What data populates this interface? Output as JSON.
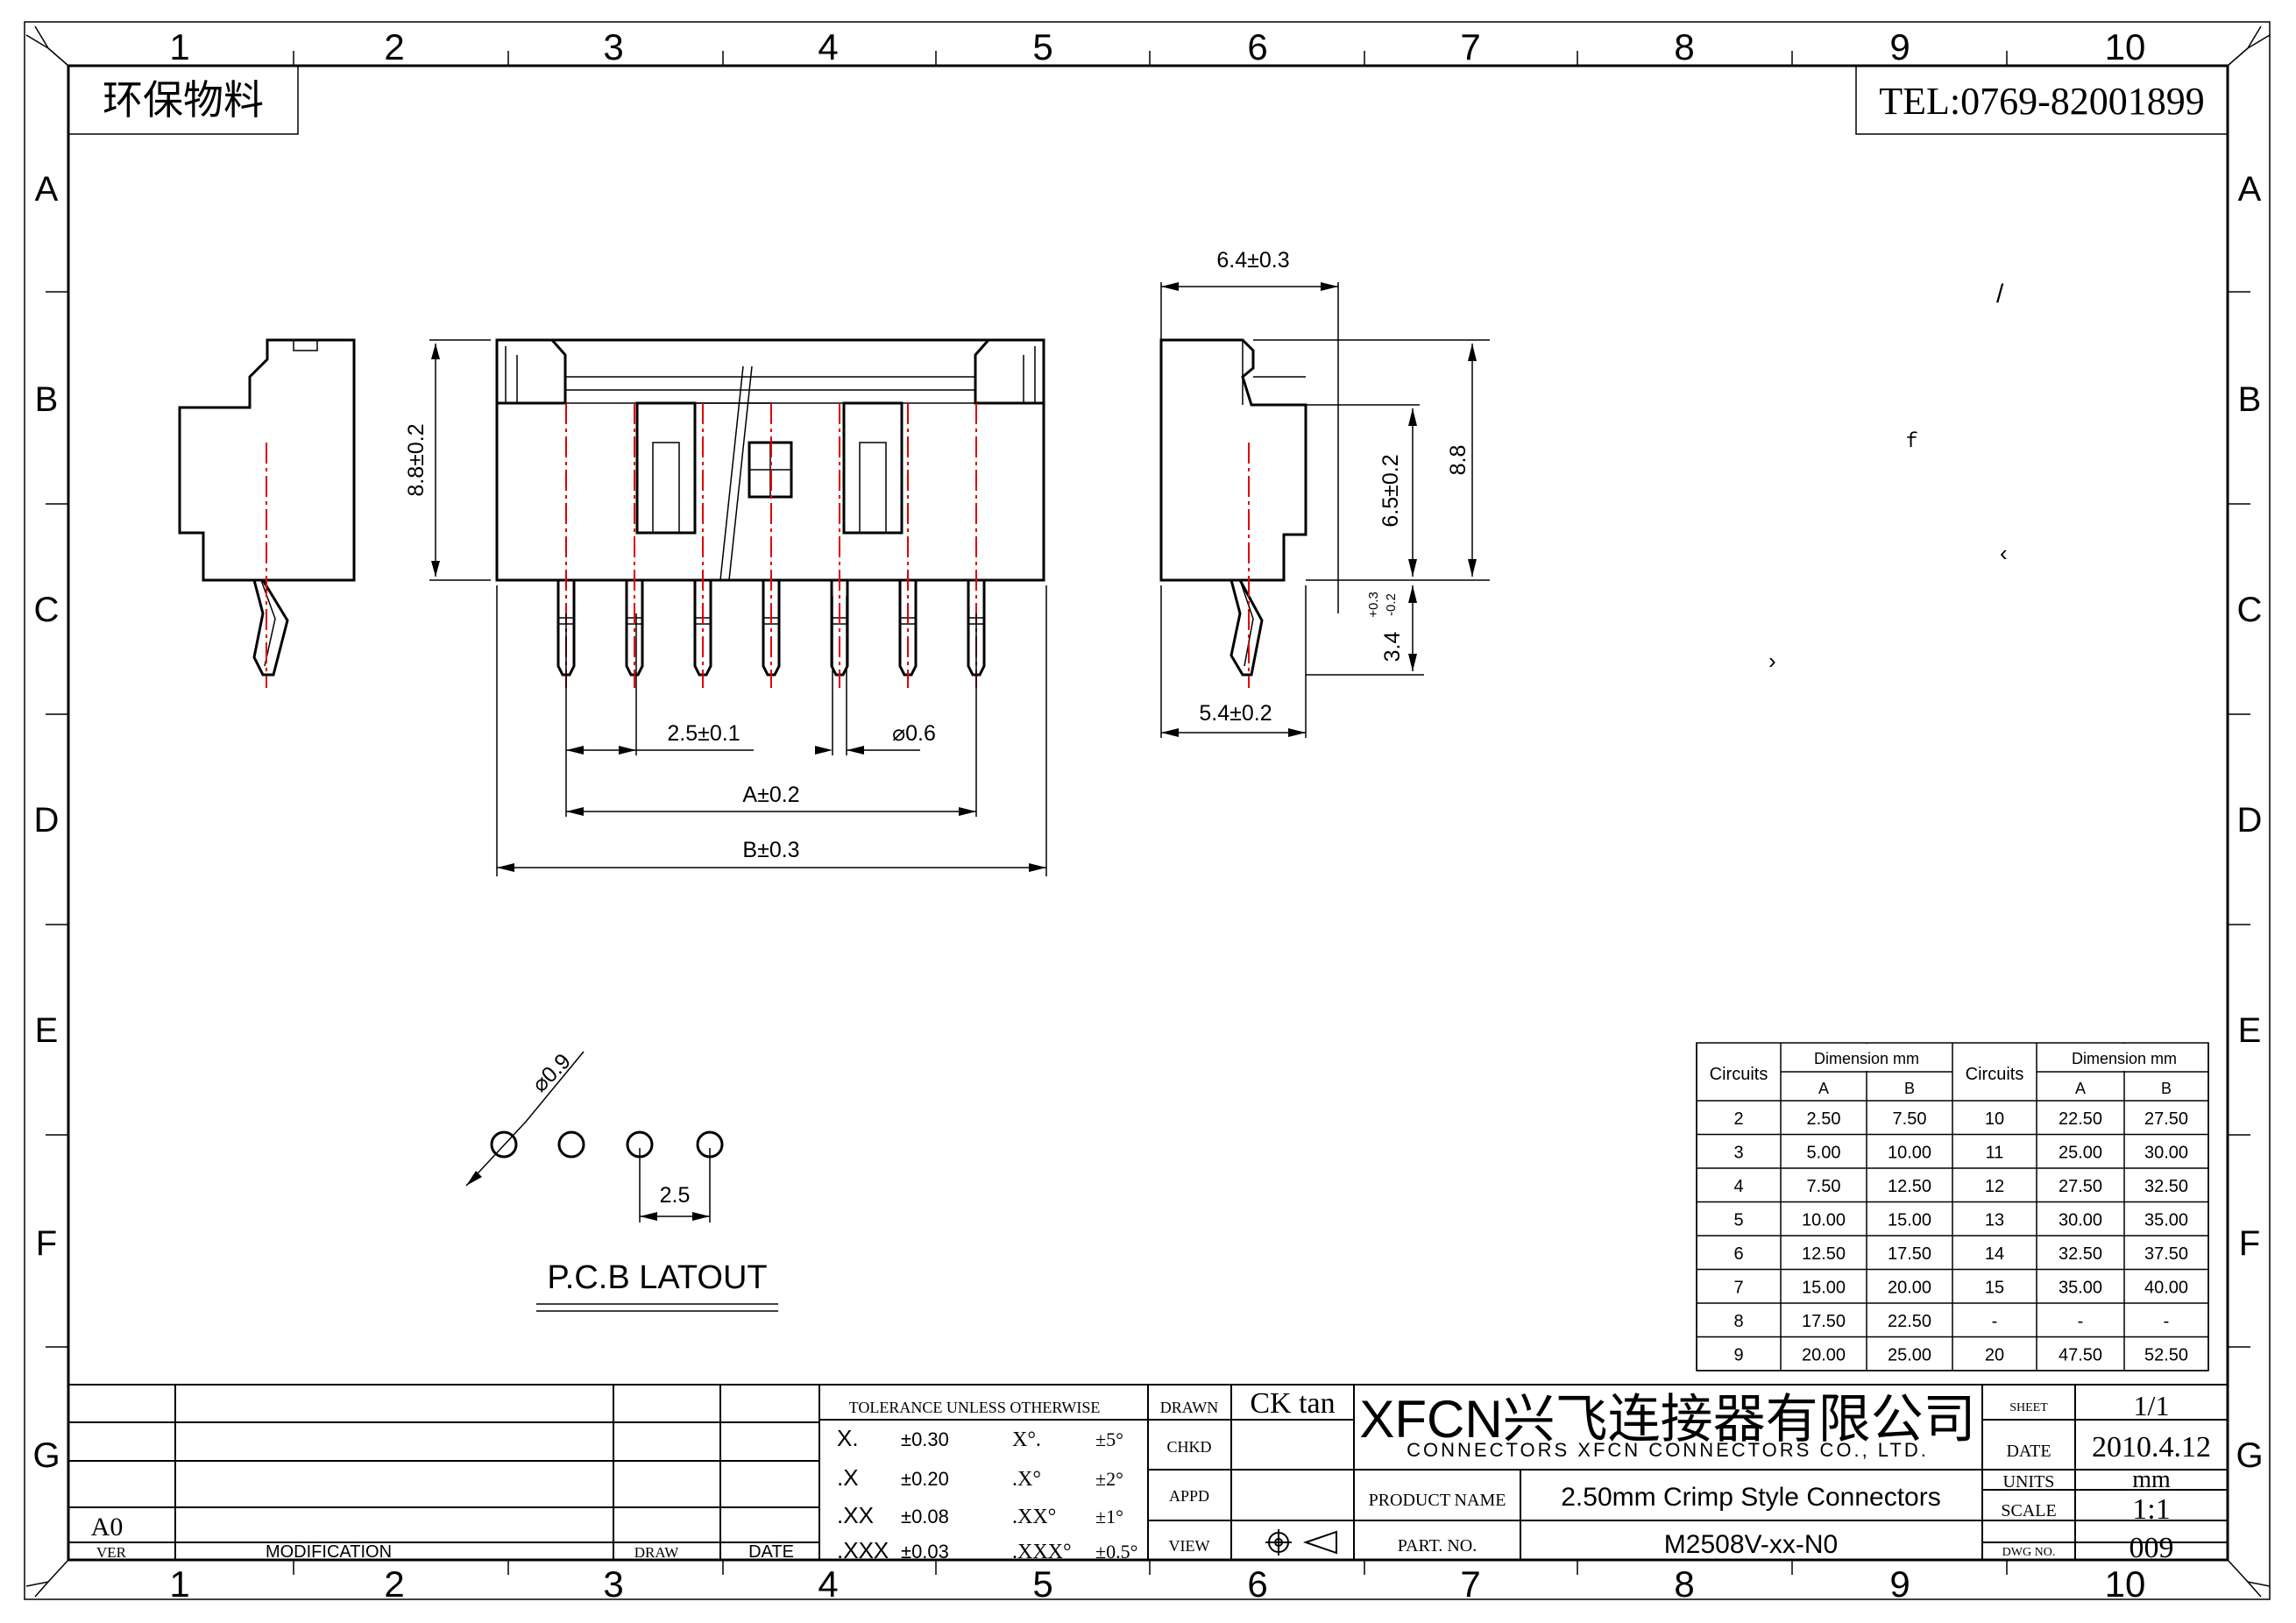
{
  "frame": {
    "col_labels": [
      "1",
      "2",
      "3",
      "4",
      "5",
      "6",
      "7",
      "8",
      "9",
      "10"
    ],
    "row_labels": [
      "A",
      "B",
      "C",
      "D",
      "E",
      "F",
      "G"
    ]
  },
  "header": {
    "stamp": "环保物料",
    "tel": "TEL:0769-82001899"
  },
  "dimensions": {
    "front_height": "8.8±0.2",
    "pitch": "2.5±0.1",
    "pin_dia": "⌀0.6",
    "dim_a": "A±0.2",
    "dim_b": "B±0.3",
    "side_width": "6.4±0.3",
    "side_body": "6.5±0.2",
    "side_total": "8.8",
    "pin_len": "3.4",
    "pin_len_tol_up": "+0.3",
    "pin_len_tol_dn": "-0.2",
    "foot": "5.4±0.2",
    "hole_dia": "⌀0.9",
    "hole_pitch": "2.5",
    "pcb_title": "P.C.B LATOUT",
    "stray_1": "/",
    "stray_2": "ｆ",
    "stray_3": "‹",
    "stray_4": "›"
  },
  "table": {
    "headers": {
      "circuits": "Circuits",
      "dimension": "Dimension mm",
      "a": "A",
      "b": "B"
    },
    "left": [
      [
        "2",
        "2.50",
        "7.50"
      ],
      [
        "3",
        "5.00",
        "10.00"
      ],
      [
        "4",
        "7.50",
        "12.50"
      ],
      [
        "5",
        "10.00",
        "15.00"
      ],
      [
        "6",
        "12.50",
        "17.50"
      ],
      [
        "7",
        "15.00",
        "20.00"
      ],
      [
        "8",
        "17.50",
        "22.50"
      ],
      [
        "9",
        "20.00",
        "25.00"
      ]
    ],
    "right": [
      [
        "10",
        "22.50",
        "27.50"
      ],
      [
        "11",
        "25.00",
        "30.00"
      ],
      [
        "12",
        "27.50",
        "32.50"
      ],
      [
        "13",
        "30.00",
        "35.00"
      ],
      [
        "14",
        "32.50",
        "37.50"
      ],
      [
        "15",
        "35.00",
        "40.00"
      ],
      [
        "-",
        "-",
        "-"
      ],
      [
        "20",
        "47.50",
        "52.50"
      ]
    ]
  },
  "title_block": {
    "rev": "A0",
    "ver": "VER",
    "modification": "MODIFICATION",
    "draw": "DRAW",
    "date": "DATE",
    "tolerance_title": "TOLERANCE UNLESS OTHERWISE",
    "tol": [
      [
        "X.",
        "±0.30",
        "X°.",
        "±5°"
      ],
      [
        ".X",
        "±0.20",
        ".X°",
        "±2°"
      ],
      [
        ".XX",
        "±0.08",
        ".XX°",
        "±1°"
      ],
      [
        ".XXX",
        "±0.03",
        ".XXX°",
        "±0.5°"
      ]
    ],
    "drawn": "DRAWN",
    "drawn_by": "CK tan",
    "chkd": "CHKD",
    "appd": "APPD",
    "view": "VIEW",
    "company": "XFCN兴飞连接器有限公司",
    "company_en": "CONNECTORS XFCN CONNECTORS CO., LTD.",
    "product_name_label": "PRODUCT NAME",
    "product_name": "2.50mm Crimp Style Connectors",
    "part_no_label": "PART. NO.",
    "part_no": "M2508V-xx-N0",
    "sheet_label": "SHEET",
    "sheet": "1/1",
    "date_label": "DATE",
    "date_value": "2010.4.12",
    "units_label": "UNITS",
    "units": "mm",
    "scale_label": "SCALE",
    "scale": "1:1",
    "dwg_label": "DWG NO.",
    "dwg_no": "009"
  }
}
